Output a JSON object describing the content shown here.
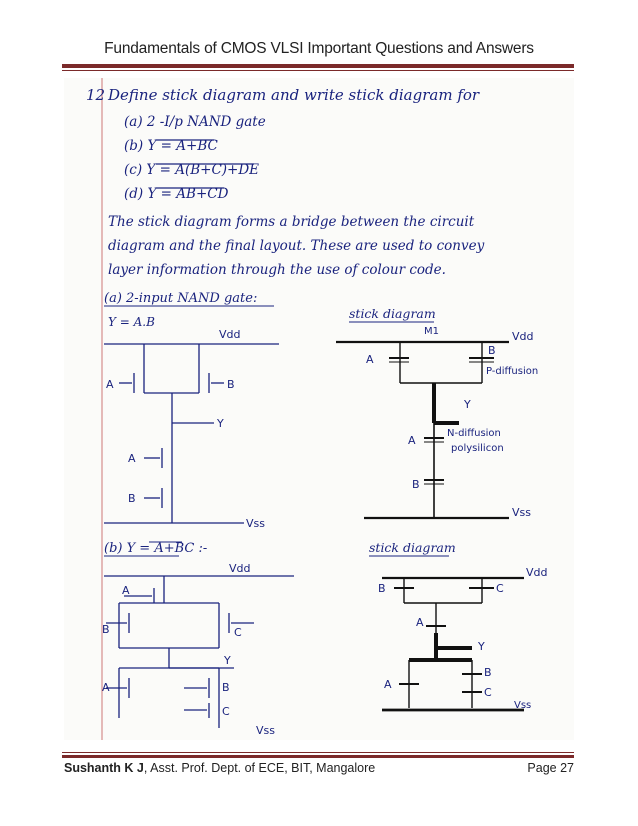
{
  "header": {
    "title": "Fundamentals of CMOS VLSI Important Questions and Answers"
  },
  "footer": {
    "author": "Sushanth K J",
    "affiliation": ", Asst. Prof.  Dept. of ECE, BIT, Mangalore",
    "page": "Page 27"
  },
  "notes": {
    "question_number": "12",
    "question": "Define stick diagram and write stick diagram for",
    "part_a": "(a) 2 -I/p NAND gate",
    "part_b": "(b) Y = A+BC",
    "part_c": "(c) Y = A(B+C)+DE",
    "part_d": "(d) Y = AB+CD",
    "definition_line1": "The stick diagram forms a bridge between the circuit",
    "definition_line2": "diagram and the final layout. These are used to convey",
    "definition_line3": "layer information through the use of colour code.",
    "section_a_title": "(a) 2-input NAND gate:",
    "section_a_eq": "Y = A.B",
    "section_b_title": "(b) Y = A+BC :-",
    "stick_title": "stick diagram"
  },
  "diagram_labels": {
    "vdd": "Vdd",
    "vss": "Vss",
    "a": "A",
    "b": "B",
    "c": "C",
    "y": "Y",
    "m1": "M1",
    "p_diffusion": "P-diffusion",
    "n_diffusion": "N-diffusion",
    "polysilicon": "polysilicon"
  },
  "colors": {
    "ink": "#1a237e",
    "rule": "#7b2a2a"
  }
}
